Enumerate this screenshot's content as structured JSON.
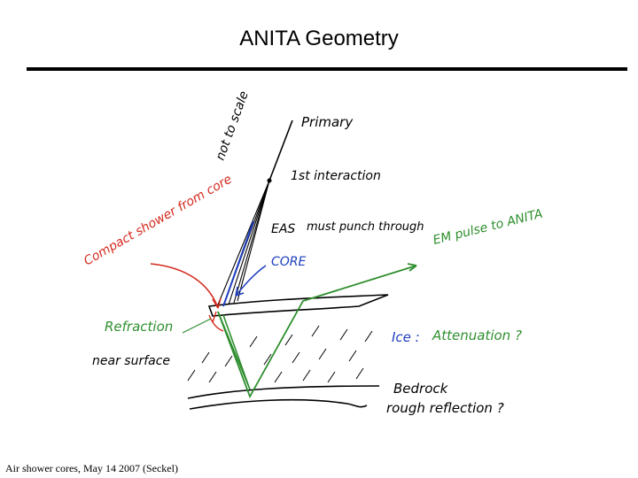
{
  "slide": {
    "title": "ANITA Geometry",
    "footer": "Air shower cores, May 14 2007 (Seckel)"
  },
  "sketch": {
    "labels": {
      "not_to_scale": "not to scale",
      "primary": "Primary",
      "first_interaction": "1st interaction",
      "eas": "EAS",
      "must_punch_through": "must punch through",
      "core": "CORE",
      "em_pulse": "EM pulse to ANITA",
      "compact_shower": "Compact shower from core",
      "refraction": "Refraction",
      "near_surface": "near surface",
      "ice": "Ice :",
      "attenuation": "Attenuation ?",
      "bedrock": "Bedrock",
      "rough_reflection": "rough reflection ?"
    },
    "colors": {
      "ink": "#000000",
      "red": "#d42a1e",
      "green": "#2f8f2f",
      "blue": "#1f3fbf"
    }
  }
}
